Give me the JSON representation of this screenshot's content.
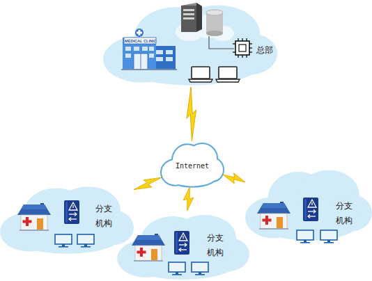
{
  "diagram": {
    "nodes": [
      {
        "text": [
          "总部"
        ]
      },
      {
        "text": [
          "Internet"
        ]
      },
      {
        "text": [
          "分支 机构"
        ]
      },
      {
        "text": [
          "分支 机构"
        ]
      },
      {
        "text": [
          "分支 机构"
        ]
      }
    ],
    "edges": [
      {
        "from": 0,
        "to": 1,
        "arrow": "none"
      },
      {
        "from": 1,
        "to": 2,
        "arrow": "none"
      },
      {
        "from": 1,
        "to": 3,
        "arrow": "none"
      },
      {
        "from": 1,
        "to": 4,
        "arrow": "none"
      }
    ],
    "labels": [
      "MEDICAL CLINIC"
    ]
  }
}
